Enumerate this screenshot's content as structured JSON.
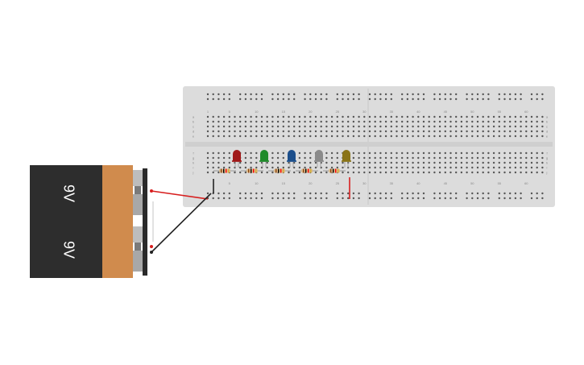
{
  "canvas": {
    "background": "#ffffff"
  },
  "breadboard": {
    "color": "#dcdcdc",
    "top_numbers": [
      "1",
      "5",
      "10",
      "15",
      "20",
      "25",
      "30",
      "35",
      "40",
      "45",
      "50",
      "55",
      "60"
    ],
    "bottom_numbers": [
      "5",
      "10",
      "15",
      "20",
      "25",
      "30",
      "35",
      "40",
      "45",
      "50",
      "55",
      "60"
    ],
    "top_row_letters": [
      "a",
      "b",
      "c",
      "d",
      "e"
    ],
    "bottom_row_letters": [
      "f",
      "g",
      "h",
      "i",
      "j"
    ]
  },
  "batteries": [
    {
      "label": "9V",
      "body_color": "#2d2d2d",
      "band_color": "#d08b4d"
    },
    {
      "label": "9V",
      "body_color": "#2d2d2d",
      "band_color": "#d08b4d"
    }
  ],
  "leds": [
    {
      "color_name": "red",
      "color": "#a01818"
    },
    {
      "color_name": "green",
      "color": "#1f8a2a"
    },
    {
      "color_name": "blue",
      "color": "#1c4f8c"
    },
    {
      "color_name": "white",
      "color": "#8a8a8a"
    },
    {
      "color_name": "yellow",
      "color": "#8a7418"
    }
  ],
  "resistors": [
    {
      "bands": [
        "#8b4513",
        "#000000",
        "#ff0000",
        "#d4af37"
      ]
    },
    {
      "bands": [
        "#8b4513",
        "#000000",
        "#ff0000",
        "#d4af37"
      ]
    },
    {
      "bands": [
        "#8b4513",
        "#000000",
        "#ff0000",
        "#d4af37"
      ]
    },
    {
      "bands": [
        "#8b4513",
        "#000000",
        "#ff0000",
        "#d4af37"
      ]
    },
    {
      "bands": [
        "#8b4513",
        "#000000",
        "#ff0000",
        "#d4af37"
      ]
    }
  ],
  "wires": {
    "positive_color": "#d71f1f",
    "negative_color": "#222222",
    "link_color": "#ffffff"
  }
}
